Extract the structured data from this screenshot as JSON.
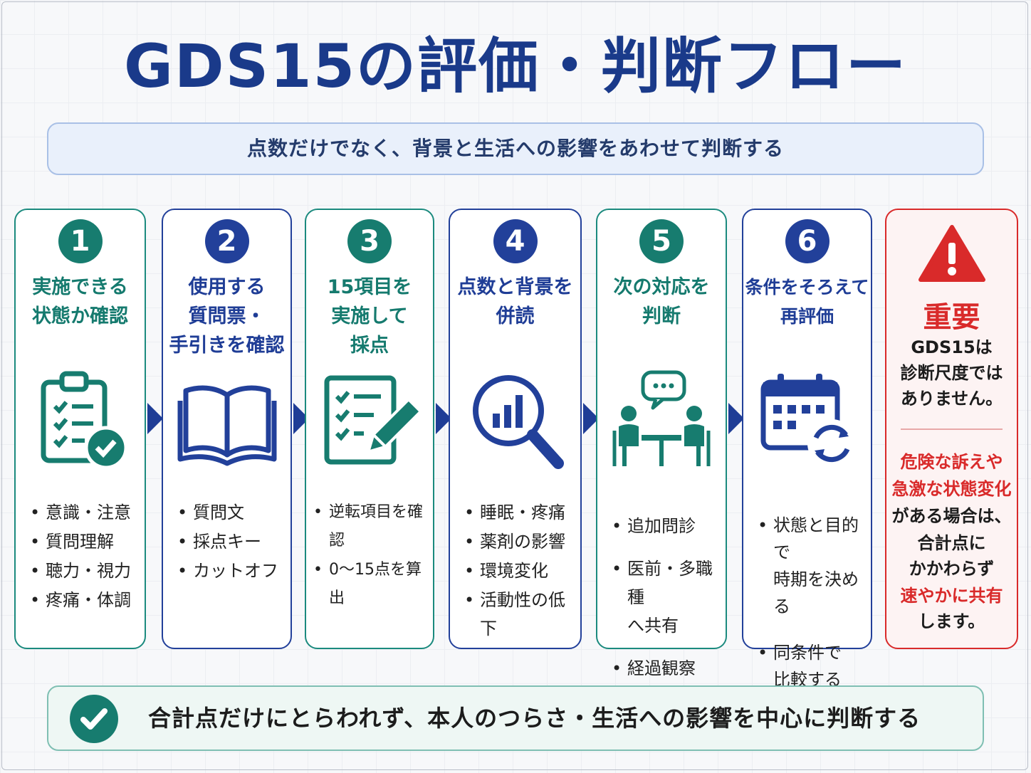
{
  "title": "GDS15の評価・判断フロー",
  "subtitle": "点数だけでなく、背景と生活への影響をあわせて判断する",
  "colors": {
    "navy": "#1a3a8a",
    "teal": "#177c6f",
    "red": "#d92a2a"
  },
  "steps": [
    {
      "number": "1",
      "title": "実施できる\n状態か確認",
      "icon": "clipboard-check-icon",
      "bullets": [
        "意識・注意",
        "質問理解",
        "聴力・視力",
        "疼痛・体調"
      ]
    },
    {
      "number": "2",
      "title": "使用する\n質問票・\n手引きを確認",
      "icon": "open-book-icon",
      "bullets": [
        "質問文",
        "採点キー",
        "カットオフ"
      ]
    },
    {
      "number": "3",
      "title": "15項目を\n実施して\n採点",
      "icon": "checklist-pencil-icon",
      "bullets": [
        "逆転項目を確認",
        "0〜15点を算出"
      ]
    },
    {
      "number": "4",
      "title": "点数と背景を\n併読",
      "icon": "magnifier-chart-icon",
      "bullets": [
        "睡眠・疼痛",
        "薬剤の影響",
        "環境変化",
        "活動性の低下"
      ]
    },
    {
      "number": "5",
      "title": "次の対応を\n判断",
      "icon": "consultation-icon",
      "bullets": [
        "追加問診",
        "医前・多職種\nへ共有",
        "経過観察"
      ]
    },
    {
      "number": "6",
      "title": "条件をそろえて\n再評価",
      "icon": "calendar-refresh-icon",
      "bullets": [
        "状態と目的で\n時期を決める",
        "同条件で\n比較する"
      ]
    }
  ],
  "important": {
    "icon": "warning-icon",
    "heading": "重要",
    "line1": "GDS15は",
    "line2": "診断尺度では",
    "line3": "ありません。",
    "warn1": "危険な訴えや",
    "warn2": "急激な状態変化",
    "text3": "がある場合は、",
    "text4": "合計点に",
    "text5": "かかわらず",
    "warn3": "速やかに共有",
    "text6": "します。"
  },
  "bottom": {
    "icon": "check-circle-icon",
    "text": "合計点だけにとらわれず、本人のつらさ・生活への影響を中心に判断する"
  }
}
